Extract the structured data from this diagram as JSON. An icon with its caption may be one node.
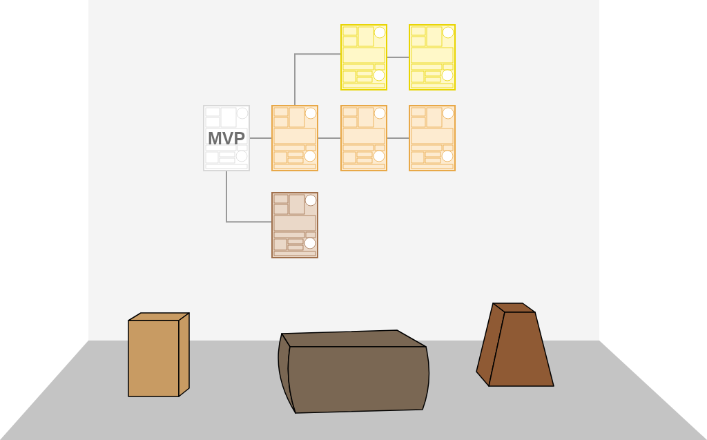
{
  "diagram": {
    "nodes": [
      {
        "text": [],
        "shape": "box"
      },
      {
        "text": [],
        "shape": "box"
      },
      {
        "text": [
          "MVP"
        ]
      },
      {
        "text": [],
        "shape": "box"
      },
      {
        "text": [],
        "shape": "box"
      },
      {
        "text": [],
        "shape": "box"
      },
      {
        "text": [],
        "shape": "box"
      }
    ],
    "edges": [
      {
        "from": 2,
        "to": 3,
        "arrow": "none"
      },
      {
        "from": 3,
        "to": 0,
        "arrow": "none"
      },
      {
        "from": 0,
        "to": 1,
        "arrow": "none"
      },
      {
        "from": 3,
        "to": 4,
        "arrow": "none"
      },
      {
        "from": 4,
        "to": 5,
        "arrow": "none"
      },
      {
        "from": 2,
        "to": 6,
        "arrow": "none"
      }
    ]
  }
}
